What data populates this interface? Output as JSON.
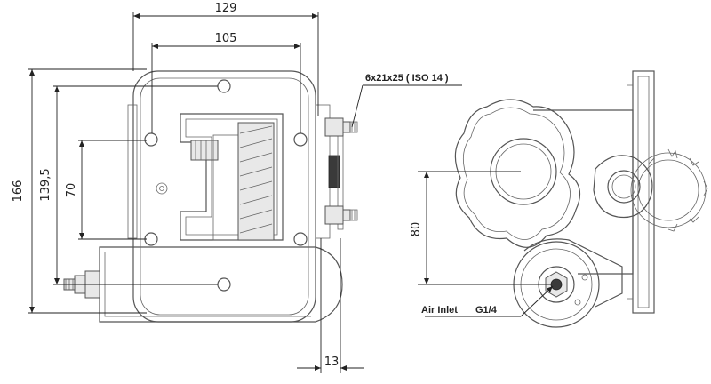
{
  "dimensions": {
    "d129": "129",
    "d105": "105",
    "d166": "166",
    "d139": "139,5",
    "d70": "70",
    "d13": "13",
    "d80": "80"
  },
  "notes": {
    "thread": "6x21x25 ( ISO 14 )",
    "air_inlet": "Air Inlet",
    "g14": "G1/4"
  }
}
